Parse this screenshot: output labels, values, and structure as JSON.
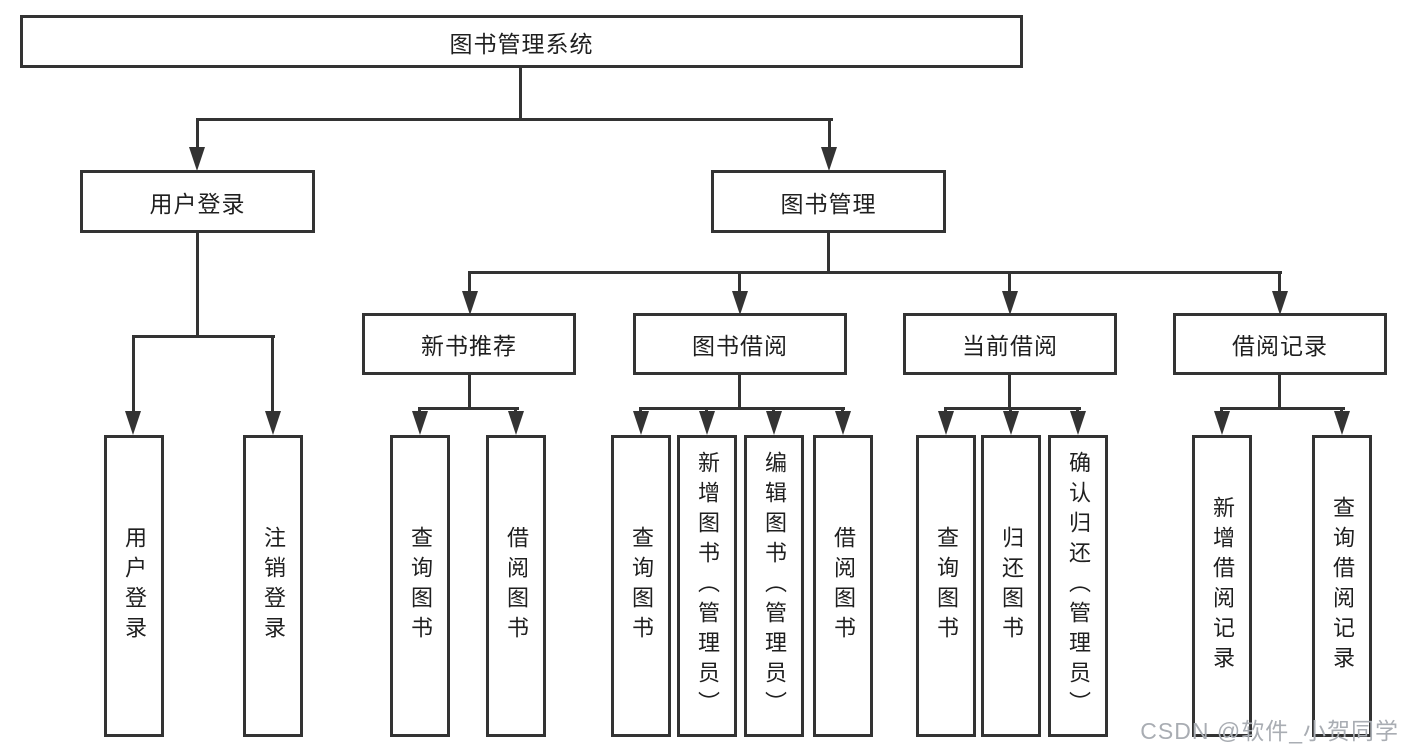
{
  "colors": {
    "line": "#333333",
    "text": "#1f1f1f",
    "box-fill": "#ffffff",
    "background": "#ffffff",
    "watermark": "#a9adb3"
  },
  "nodes": {
    "root": {
      "label": "图书管理系统"
    },
    "level2": [
      {
        "label": "用户登录"
      },
      {
        "label": "图书管理"
      }
    ],
    "level3": [
      {
        "label": "新书推荐",
        "parent": "图书管理"
      },
      {
        "label": "图书借阅",
        "parent": "图书管理"
      },
      {
        "label": "当前借阅",
        "parent": "图书管理"
      },
      {
        "label": "借阅记录",
        "parent": "图书管理"
      }
    ],
    "leaves": [
      {
        "label": "用户登录",
        "parent": "用户登录"
      },
      {
        "label": "注销登录",
        "parent": "用户登录"
      },
      {
        "label": "查询图书",
        "parent": "新书推荐"
      },
      {
        "label": "借阅图书",
        "parent": "新书推荐"
      },
      {
        "label": "查询图书",
        "parent": "图书借阅"
      },
      {
        "label": "新增图书（管理员）",
        "parent": "图书借阅"
      },
      {
        "label": "编辑图书（管理员）",
        "parent": "图书借阅"
      },
      {
        "label": "借阅图书",
        "parent": "图书借阅"
      },
      {
        "label": "查询图书",
        "parent": "当前借阅"
      },
      {
        "label": "归还图书",
        "parent": "当前借阅"
      },
      {
        "label": "确认归还（管理员）",
        "parent": "当前借阅"
      },
      {
        "label": "新增借阅记录",
        "parent": "借阅记录"
      },
      {
        "label": "查询借阅记录",
        "parent": "借阅记录"
      }
    ]
  },
  "watermark": {
    "text": "CSDN @软件_小贺同学"
  }
}
